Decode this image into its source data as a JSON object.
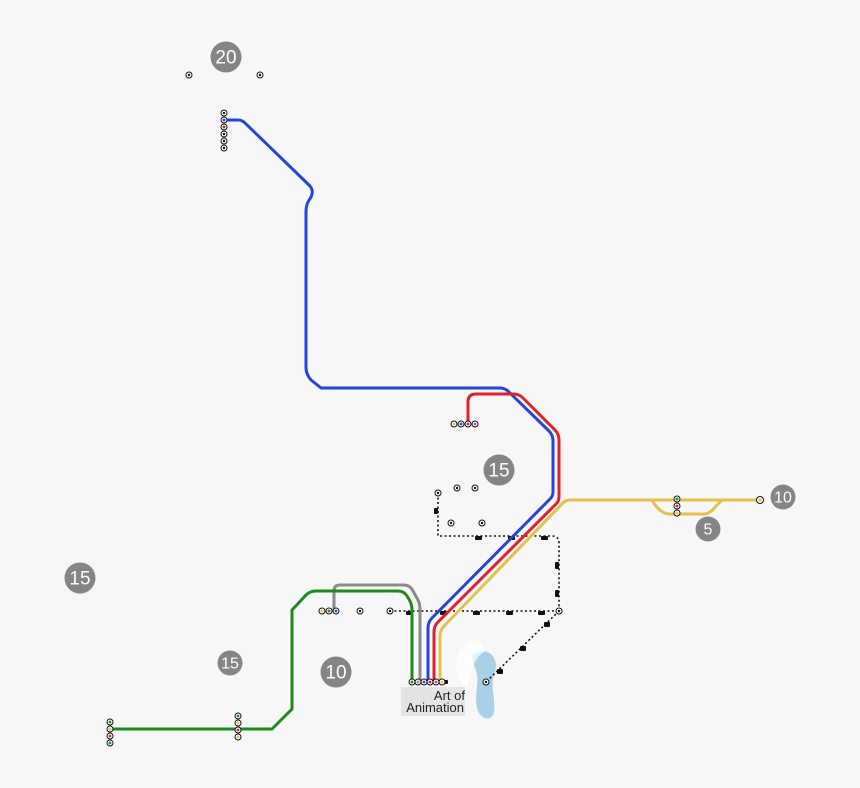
{
  "colors": {
    "blue_line": "#2346d8",
    "red_line": "#e0202a",
    "yellow_line": "#e3c14b",
    "green_line": "#1d8a1d",
    "gray_line": "#8a8a8a",
    "badge_fill": "#858585",
    "water": "#a8d0e6",
    "background": "#f7f7f7"
  },
  "badges": {
    "b20": "20",
    "b15_mid": "15",
    "b10_right": "10",
    "b5": "5",
    "b15_left": "15",
    "b15_small": "15",
    "b10_bottom": "10"
  },
  "station_label": {
    "line1": "Art of",
    "line2": "Animation"
  }
}
